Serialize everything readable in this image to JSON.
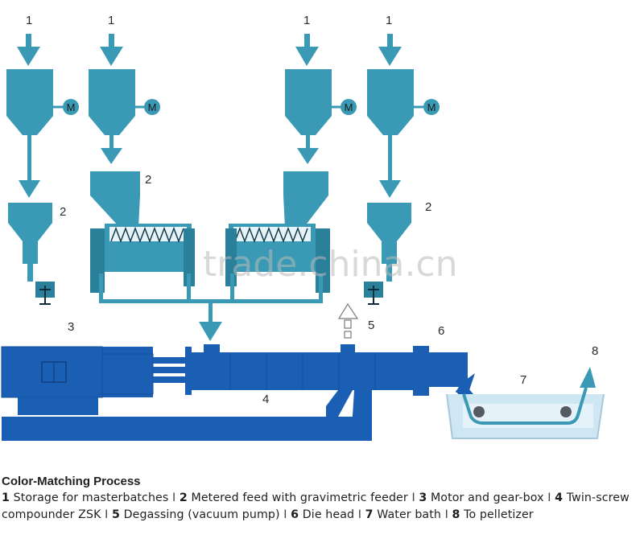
{
  "diagram": {
    "colors": {
      "primary": "#3a9ab5",
      "primary_dark": "#2a7f99",
      "extruder": "#1b5fb5",
      "extruder_dark": "#164f99",
      "water": "#cfe6f3",
      "motor": "#3a9ab5"
    },
    "labels": {
      "n1a": "1",
      "n1b": "1",
      "n1c": "1",
      "n1d": "1",
      "n2a": "2",
      "n2b": "2",
      "n2c": "2",
      "n3": "3",
      "n4": "4",
      "n5": "5",
      "n6": "6",
      "n7": "7",
      "n8": "8"
    },
    "motor_label": "M",
    "watermark": "trade.china.cn"
  },
  "caption": {
    "title": "Color-Matching Process",
    "items": [
      {
        "num": "1",
        "text": "Storage for masterbatches"
      },
      {
        "num": "2",
        "text": "Metered feed with gravimetric feeder"
      },
      {
        "num": "3",
        "text": "Motor and gear-box"
      },
      {
        "num": "4",
        "text": "Twin-screw compounder ZSK"
      },
      {
        "num": "5",
        "text": "Degassing (vacuum pump)"
      },
      {
        "num": "6",
        "text": "Die head"
      },
      {
        "num": "7",
        "text": "Water bath"
      },
      {
        "num": "8",
        "text": "To pelletizer"
      }
    ],
    "separator": "I"
  }
}
